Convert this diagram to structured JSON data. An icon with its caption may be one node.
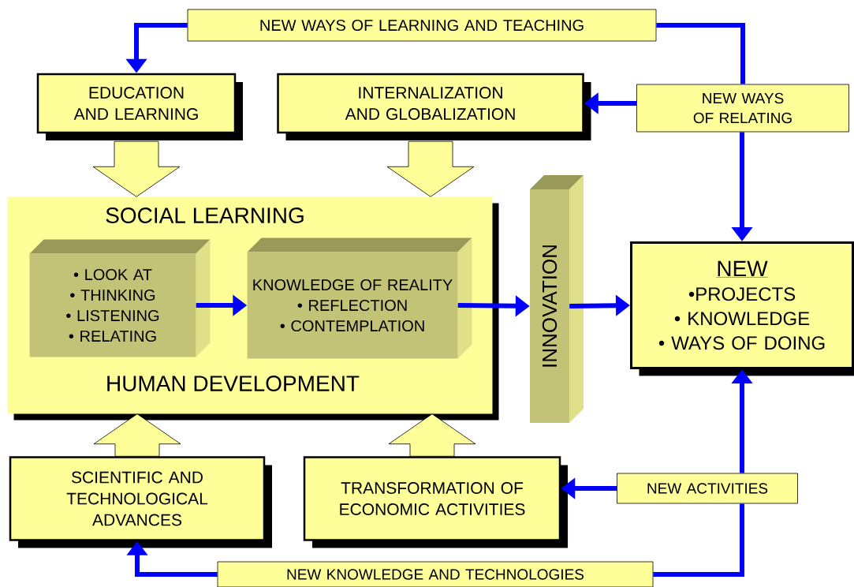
{
  "diagram": {
    "nodes": [
      {
        "text": [
          "NEW WAYS OF LEARNING AND TEACHING"
        ]
      },
      {
        "text": [
          "EDUCATION AND LEARNING"
        ]
      },
      {
        "text": [
          "INTERNALIZATION AND GLOBALIZATION"
        ]
      },
      {
        "text": [
          "NEW WAYS OF RELATING"
        ]
      },
      {
        "text": [
          "SOCIAL LEARNING",
          "HUMAN DEVELOPMENT"
        ]
      },
      {
        "text": [
          "• LOOK AT",
          "• THINKING",
          "• LISTENING",
          "• RELATING"
        ],
        "in": 4
      },
      {
        "text": [
          "KNOWLEDGE OF REALITY",
          "• REFLECTION",
          "• CONTEMPLATION"
        ],
        "in": 4
      },
      {
        "text": [
          "INNOVATION"
        ]
      },
      {
        "text": [
          "NEW",
          "•PROJECTS",
          "• KNOWLEDGE",
          "• WAYS OF DOING"
        ]
      },
      {
        "text": [
          "SCIENTIFIC AND TECHNOLOGICAL ADVANCES"
        ]
      },
      {
        "text": [
          "TRANSFORMATION OF ECONOMIC ACTIVITIES"
        ]
      },
      {
        "text": [
          "NEW ACTIVITIES"
        ]
      },
      {
        "text": [
          "NEW KNOWLEDGE AND TECHNOLOGIES"
        ]
      }
    ],
    "edges": [
      {
        "from": 0,
        "to": 1,
        "arrow": "to"
      },
      {
        "from": 0,
        "to": 3,
        "arrow": "none"
      },
      {
        "from": 3,
        "to": 2,
        "arrow": "to"
      },
      {
        "from": 3,
        "to": 8,
        "arrow": "to"
      },
      {
        "from": 1,
        "to": 4,
        "arrow": "to",
        "style": "thick",
        "color": "#ffff99"
      },
      {
        "from": 2,
        "to": 4,
        "arrow": "to",
        "style": "thick",
        "color": "#ffff99"
      },
      {
        "from": 5,
        "to": 6,
        "arrow": "to"
      },
      {
        "from": 6,
        "to": 7,
        "arrow": "to"
      },
      {
        "from": 7,
        "to": 8,
        "arrow": "to"
      },
      {
        "from": 9,
        "to": 4,
        "arrow": "to",
        "style": "thick",
        "color": "#ffff99"
      },
      {
        "from": 10,
        "to": 4,
        "arrow": "to",
        "style": "thick",
        "color": "#ffff99"
      },
      {
        "from": 11,
        "to": 10,
        "arrow": "to"
      },
      {
        "from": 11,
        "to": 8,
        "arrow": "to"
      },
      {
        "from": 12,
        "to": 11,
        "arrow": "none"
      },
      {
        "from": 12,
        "to": 9,
        "arrow": "to"
      }
    ]
  }
}
